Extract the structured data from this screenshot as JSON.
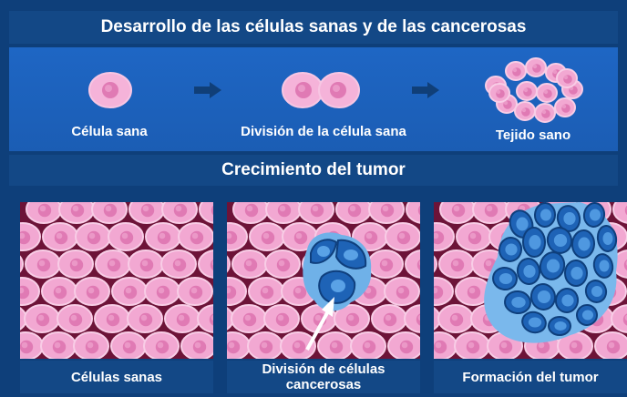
{
  "title": "Desarrollo de las células sanas y de las cancerosas",
  "section_title": "Crecimiento del tumor",
  "stages": [
    {
      "label": "Célula sana"
    },
    {
      "label": "División de la célula sana"
    },
    {
      "label": "Tejido sano"
    }
  ],
  "tumor_panels": [
    {
      "label": "Células sanas"
    },
    {
      "label": "División de células cancerosas"
    },
    {
      "label": "Formación del tumor"
    }
  ],
  "colors": {
    "healthy_cell": "#f2a8d2",
    "nucleus": "#e27bb5",
    "cancer_cell": "#2e7fd1",
    "tissue_background": "#6d1338"
  }
}
